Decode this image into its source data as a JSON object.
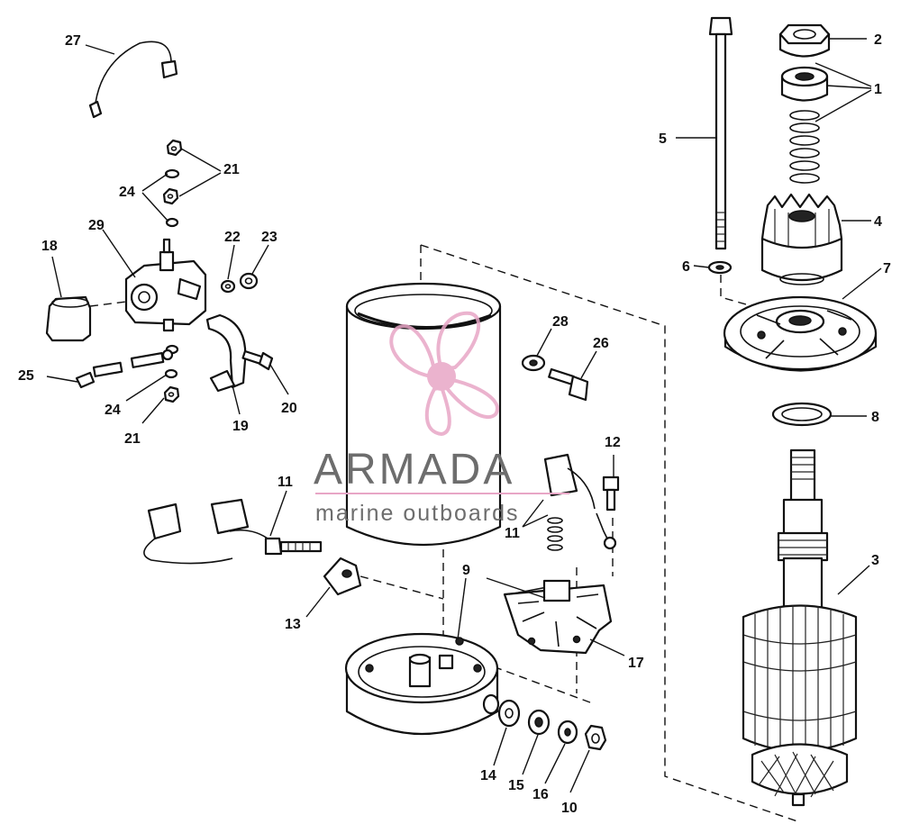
{
  "watermark": {
    "title": "ARMADA",
    "subtitle": "marine outboards",
    "accent_color": "#e8a6c6"
  },
  "callouts": {
    "c1": "1",
    "c2": "2",
    "c3": "3",
    "c4": "4",
    "c5": "5",
    "c6": "6",
    "c7": "7",
    "c8": "8",
    "c9": "9",
    "c10": "10",
    "c11a": "11",
    "c11b": "11",
    "c12": "12",
    "c13": "13",
    "c14": "14",
    "c15": "15",
    "c16": "16",
    "c17": "17",
    "c18": "18",
    "c19": "19",
    "c20": "20",
    "c21a": "21",
    "c21b": "21",
    "c22": "22",
    "c23": "23",
    "c24a": "24",
    "c24b": "24",
    "c25": "25",
    "c26": "26",
    "c27": "27",
    "c28": "28",
    "c29": "29"
  }
}
